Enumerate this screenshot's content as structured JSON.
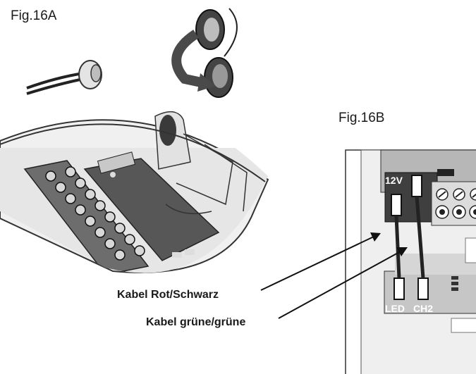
{
  "figures": {
    "a": {
      "label": "Fig.16A"
    },
    "b": {
      "label": "Fig.16B",
      "pins": {
        "power": "12V",
        "led": "LED",
        "ch2": "CH2"
      }
    }
  },
  "callouts": [
    {
      "text": "Kabel Rot/Schwarz"
    },
    {
      "text": "Kabel grüne/grüne"
    }
  ]
}
